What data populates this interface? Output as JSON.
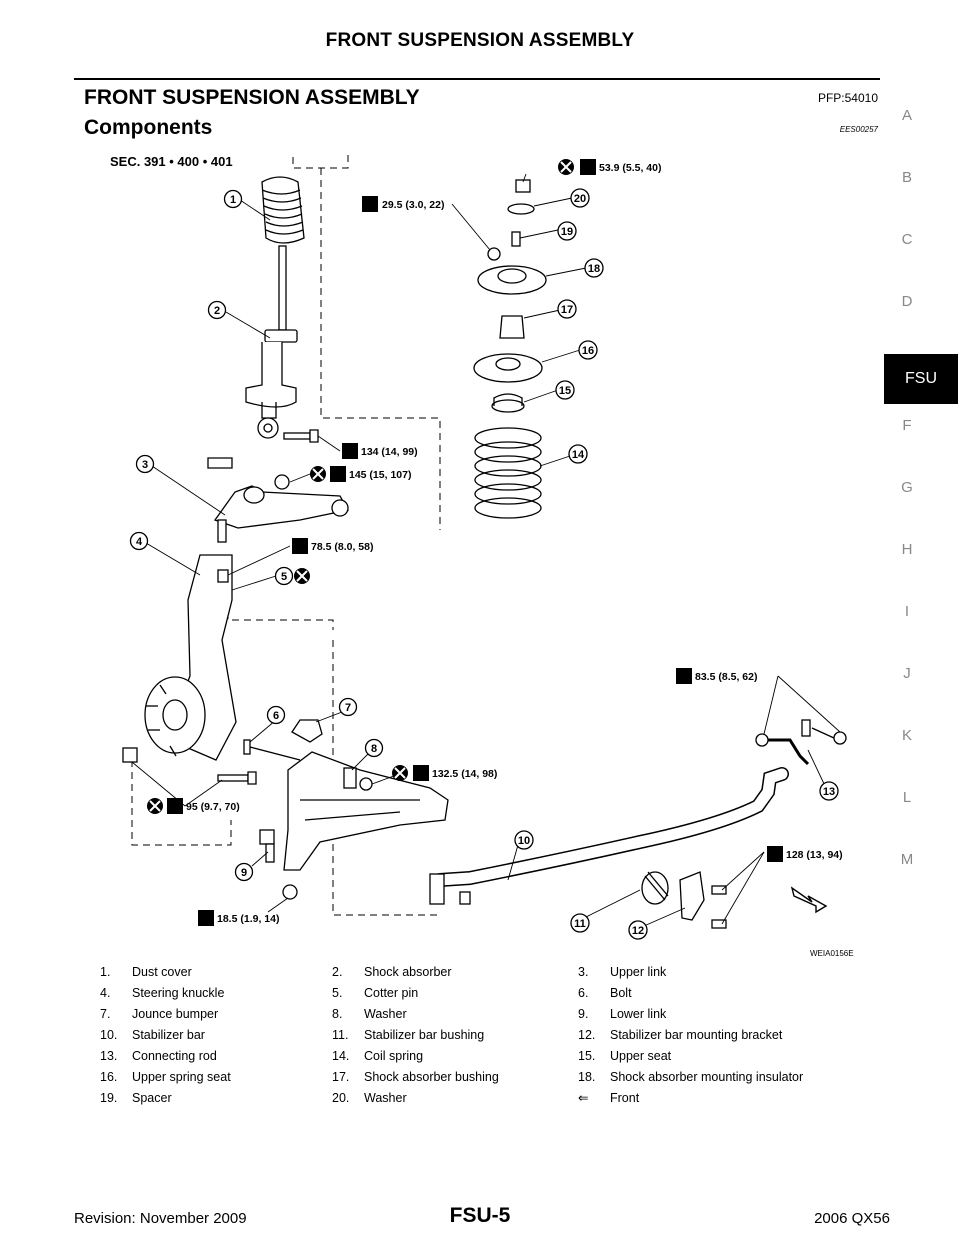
{
  "header": {
    "running_title": "FRONT SUSPENSION ASSEMBLY"
  },
  "section": {
    "title": "FRONT SUSPENSION ASSEMBLY",
    "pfp": "PFP:54010",
    "subtitle": "Components",
    "doc_id": "EES00257"
  },
  "side_tabs": [
    "A",
    "B",
    "C",
    "D",
    "FSU",
    "F",
    "G",
    "H",
    "I",
    "J",
    "K",
    "L",
    "M"
  ],
  "diagram": {
    "sec_label": "SEC. 391 • 400 • 401",
    "figure_id": "WEIA0156E",
    "torques": [
      "53.9 (5.5, 40)",
      "29.5 (3.0, 22)",
      "134 (14, 99)",
      "145 (15, 107)",
      "78.5 (8.0, 58)",
      "83.5 (8.5, 62)",
      "132.5 (14, 98)",
      "95 (9.7, 70)",
      "128 (13, 94)",
      "18.5 (1.9, 14)"
    ],
    "callouts": [
      "1",
      "2",
      "3",
      "4",
      "5",
      "6",
      "7",
      "8",
      "9",
      "10",
      "11",
      "12",
      "13",
      "14",
      "15",
      "16",
      "17",
      "18",
      "19",
      "20"
    ]
  },
  "legend": [
    [
      {
        "n": "1.",
        "t": "Dust cover"
      },
      {
        "n": "2.",
        "t": "Shock absorber"
      },
      {
        "n": "3.",
        "t": "Upper link"
      }
    ],
    [
      {
        "n": "4.",
        "t": "Steering knuckle"
      },
      {
        "n": "5.",
        "t": "Cotter pin"
      },
      {
        "n": "6.",
        "t": "Bolt"
      }
    ],
    [
      {
        "n": "7.",
        "t": "Jounce bumper"
      },
      {
        "n": "8.",
        "t": "Washer"
      },
      {
        "n": "9.",
        "t": "Lower link"
      }
    ],
    [
      {
        "n": "10.",
        "t": "Stabilizer bar"
      },
      {
        "n": "11.",
        "t": "Stabilizer bar bushing"
      },
      {
        "n": "12.",
        "t": "Stabilizer bar mounting bracket"
      }
    ],
    [
      {
        "n": "13.",
        "t": "Connecting rod"
      },
      {
        "n": "14.",
        "t": "Coil spring"
      },
      {
        "n": "15.",
        "t": "Upper seat"
      }
    ],
    [
      {
        "n": "16.",
        "t": "Upper spring seat"
      },
      {
        "n": "17.",
        "t": "Shock absorber bushing"
      },
      {
        "n": "18.",
        "t": "Shock absorber mounting insulator"
      }
    ],
    [
      {
        "n": "19.",
        "t": "Spacer"
      },
      {
        "n": "20.",
        "t": "Washer"
      },
      {
        "n": "⇐",
        "t": "Front"
      }
    ]
  ],
  "footer": {
    "revision": "Revision: November 2009",
    "page": "FSU-5",
    "model": "2006 QX56"
  }
}
